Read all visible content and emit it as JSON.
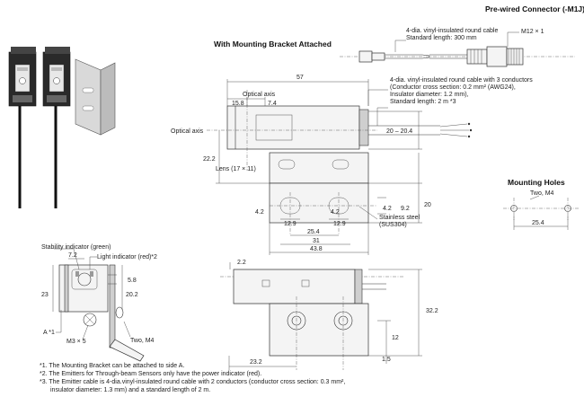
{
  "titles": {
    "prewired": "Pre-wired Connector (-M1J)",
    "bracket": "With Mounting Bracket Attached",
    "holes": "Mounting Holes"
  },
  "labels": {
    "cable_m1j": "4-dia. vinyl-insulated round cable",
    "std_300": "Standard length: 300 mm",
    "m12": "M12 × 1",
    "cable_3c": "4-dia. vinyl-insulated round cable with 3 conductors",
    "cond": "(Conductor cross section: 0.2 mm² (AWG24),",
    "ins": "Insulator diameter: 1.2 mm),",
    "std_2m": "Standard length: 2 m *3",
    "optical_axis_top": "Optical axis",
    "optical_axis_left": "Optical axis",
    "lens": "Lens (17 × 11)",
    "stainless1": "Stainless steel",
    "stainless2": "(SUS304)",
    "two_m4_holes": "Two, M4",
    "stability": "Stability indicator (green)",
    "light": "Light indicator (red)*2",
    "a_mark": "A *1",
    "m3": "M3 × 5",
    "two_m4_side": "Two, M4"
  },
  "dims": {
    "d57": "57",
    "d15_8": "15.8",
    "d7_4": "7.4",
    "d20_204": "20 – 20.4",
    "d22_2": "22.2",
    "d20": "20",
    "d4_2a": "4.2",
    "d9_2": "9.2",
    "d4_2b": "4.2",
    "d4_2c": "4.2",
    "d12_9a": "12.9",
    "d12_9b": "12.9",
    "d25_4": "25.4",
    "d31": "31",
    "d43_8": "43.8",
    "mh25_4": "25.4",
    "s7_2": "7.2",
    "s5_8": "5.8",
    "s23": "23",
    "s20_2": "20.2",
    "b2_2": "2.2",
    "b32_2": "32.2",
    "b12": "12",
    "b23_2": "23.2",
    "b1_5": "1.5"
  },
  "notes": [
    "*1. The Mounting Bracket can be attached to side A.",
    "*2. The Emitters for Through-beam Sensors only have the power indicator (red).",
    "*3. The Emitter cable is 4-dia.vinyl-insulated round cable with 2 conductors (conductor cross section: 0.3 mm²,",
    "insulator diameter: 1.3 mm) and a standard length of 2 m."
  ]
}
